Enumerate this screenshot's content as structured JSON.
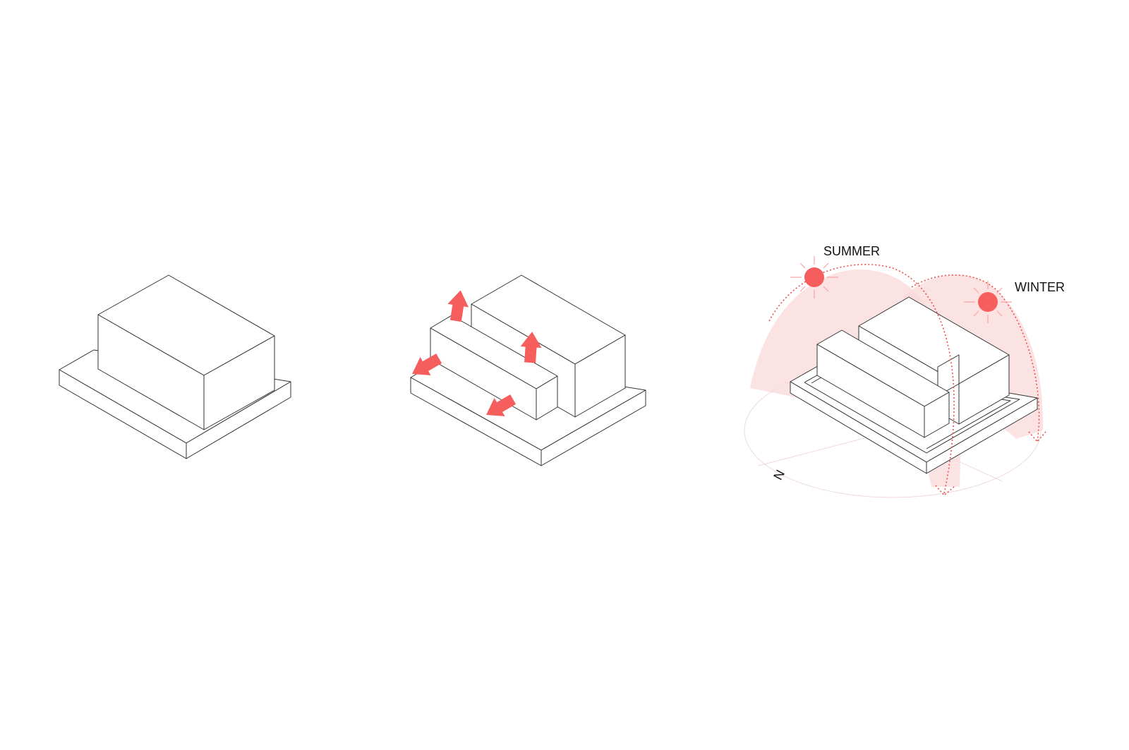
{
  "diagrams": [
    {
      "id": "massing-base"
    },
    {
      "id": "massing-split",
      "arrows": 4
    },
    {
      "id": "sun-study",
      "sun_labels": {
        "summer": "SUMMER",
        "winter": "WINTER"
      },
      "north_label": "N"
    }
  ],
  "colors": {
    "accent": "#f65e5e",
    "sun_path": "#ef4d4d",
    "dome_fill": "#fbdada",
    "line": "#333333",
    "background": "#ffffff"
  },
  "icons": [
    "arrow-icon",
    "sun-icon",
    "north-marker"
  ]
}
